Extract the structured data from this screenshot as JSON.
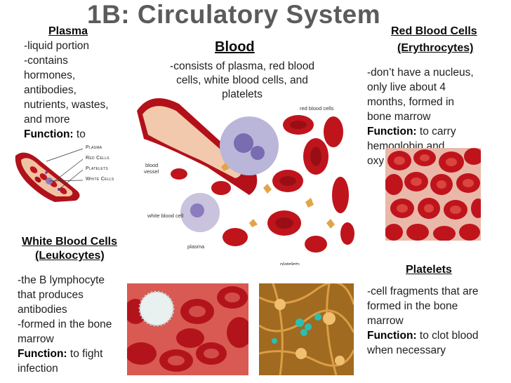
{
  "title": "1B: Circulatory System",
  "plasma": {
    "heading": "Plasma",
    "lines": [
      "-liquid portion",
      "-contains",
      "hormones,",
      "antibodies,",
      "nutrients, wastes,",
      "and more"
    ],
    "function_label": "Function:",
    "function_text": " to",
    "diagram_labels": [
      "Plasma",
      "Red Cells",
      "Platelets",
      "White Cells"
    ]
  },
  "blood": {
    "heading": "Blood",
    "lines": [
      "-consists of plasma, red blood",
      "cells, white blood cells, and",
      "platelets"
    ],
    "diagram_labels": {
      "red_blood_cells": "red blood cells",
      "blood_vessel_1": "blood",
      "blood_vessel_2": "vessel",
      "white_blood_cell": "white blood cell",
      "plasma": "plasma",
      "platelets": "platelets"
    }
  },
  "red_cells": {
    "heading_1": "Red Blood Cells",
    "heading_2": "(Erythrocytes)",
    "lines": [
      "-don’t have a nucleus,",
      "only live about 4",
      "months, formed in",
      "bone marrow"
    ],
    "function_label": "Function:",
    "function_text": " to carry",
    "more_lines": [
      "hemoglobin and",
      "oxy"
    ]
  },
  "white_cells": {
    "heading_1": "White Blood Cells",
    "heading_2": "(Leukocytes)",
    "lines": [
      "-the B lymphocyte",
      "that produces",
      "antibodies",
      "-formed in the bone",
      "marrow"
    ],
    "function_label": "Function:",
    "function_text": " to fight",
    "last_line": "infection"
  },
  "platelets": {
    "heading": "Platelets",
    "lines": [
      "-cell fragments that are",
      "formed in the bone",
      "marrow"
    ],
    "function_label": "Function:",
    "function_text": " to clot blood",
    "last_line": "when necessary"
  },
  "colors": {
    "title": "#5b5b5b",
    "red_cell": "#c0141c",
    "red_cell_dark": "#7a0a10",
    "plasma_bg": "#f4d2b8",
    "wbc": "#b7b7d6",
    "platelet_fill": "#e2a44a"
  }
}
